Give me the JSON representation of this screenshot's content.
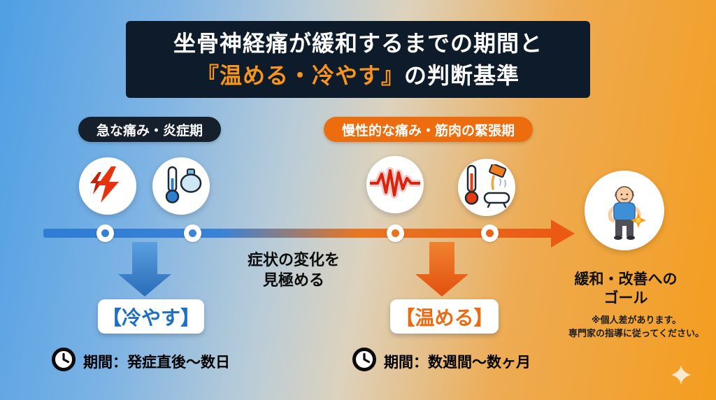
{
  "title": {
    "line1": "坐骨神経痛が緩和するまでの期間と",
    "line2_highlight": "『温める・冷やす』",
    "line2_rest": "の判断基準"
  },
  "phase_labels": {
    "acute": "急な痛み・炎症期",
    "chronic": "慢性的な痛み・筋肉の緊張期"
  },
  "middle_note": {
    "line1": "症状の変化を",
    "line2": "見極める"
  },
  "actions": {
    "cool_label": "【冷やす】",
    "cool_period": "期間：発症直後〜数日",
    "warm_label": "【温める】",
    "warm_period": "期間：数週間〜数ヶ月"
  },
  "goal": {
    "line1": "緩和・改善への",
    "line2": "ゴール",
    "note1": "※個人差があります。",
    "note2": "専門家の指導に従ってください。"
  },
  "icons": {
    "acute_pain": "lightning-pain-icon",
    "cool_therapy": "thermometer-ice-icon",
    "chronic_pain": "pain-wave-icon",
    "warm_therapy": "thermometer-bath-icon",
    "goal_person": "person-goal-icon",
    "period": "clock-icon",
    "decoration": "sparkle-icon"
  },
  "colors": {
    "navy": "#0e1b2a",
    "accent_orange": "#ee6a10",
    "accent_blue": "#1c6fc4",
    "timeline_start": "#2e7cd4",
    "timeline_end": "#ea5a15"
  }
}
